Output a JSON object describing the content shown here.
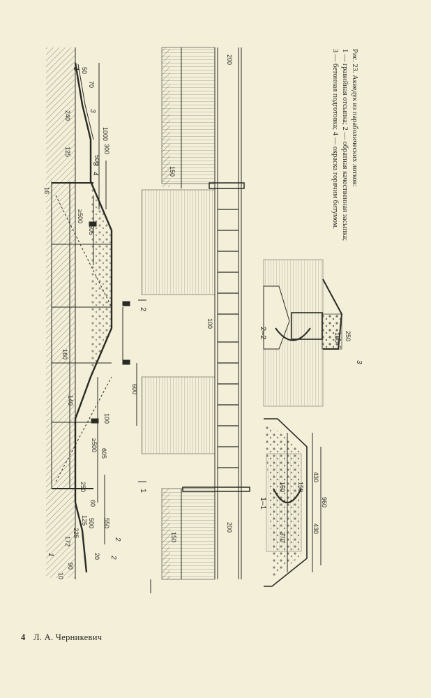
{
  "caption": {
    "title": "Рис. 23. Акведук из параболических лотков:",
    "line1": "1 — гравийная отсыпка; 2 — обратная качественная засыпка;",
    "line2": "3 — бетонная подготовка; 4 — окраска горячим битумом."
  },
  "footer": {
    "page_number": "4",
    "author": "Л. А. Черникевич"
  },
  "section_labels": {
    "section_2_2": "2–2",
    "section_1_1": "1–1",
    "cut_1": "1",
    "cut_2": "2"
  },
  "dimensions": {
    "d50": "50",
    "d70": "70",
    "d240": "240",
    "d1000": "1000",
    "d300": "300",
    "d500": "500",
    "d125": "125",
    "d16": "16",
    "d500b": "≥500",
    "d605": "605",
    "d160": "160",
    "d140": "140",
    "d600": "600",
    "d100": "100",
    "d500c": "≥500",
    "d605b": "605",
    "d250": "250",
    "d60": "60",
    "d500d": "500",
    "d550": "550",
    "d125b": "125",
    "d225": "225",
    "d172": "172",
    "d20": "20",
    "d90": "90",
    "d10": "10",
    "d200": "200",
    "d150": "150",
    "d100b": "100",
    "d150b": "150",
    "d200b": "200",
    "d100c": "100",
    "d250b": "250",
    "d430": "430",
    "d960": "960",
    "d430b": "430",
    "d160b": "160",
    "d150c": "150",
    "d370": "370"
  },
  "callouts": {
    "c1": "1",
    "c2": "2",
    "c3": "3",
    "c4": "4",
    "c1b": "1",
    "c2b": "2",
    "c3b": "3"
  }
}
